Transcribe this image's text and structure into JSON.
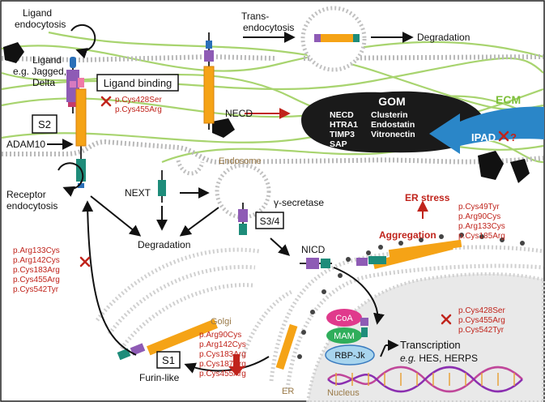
{
  "labels": {
    "ligand_endocytosis": [
      "Ligand",
      "endocytosis"
    ],
    "ligand": [
      "Ligand",
      "e.g. Jagged,",
      "Delta"
    ],
    "ligand_binding": "Ligand binding",
    "ligand_binding_mutations": [
      "p.Cys428Ser",
      "p.Cys455Arg"
    ],
    "s2": "S2",
    "adam10": "ADAM10",
    "trans_endocytosis": [
      "Trans-",
      "endocytosis"
    ],
    "degradation_top": "Degradation",
    "necd": "NECD",
    "gom_title": "GOM",
    "gom_items_left": [
      "NECD",
      "HTRA1",
      "TIMP3",
      "SAP"
    ],
    "gom_items_right": [
      "Clusterin",
      "Endostatin",
      "Vitronectin"
    ],
    "ecm": "ECM",
    "ipad": "IPAD",
    "ipad_question": "?",
    "receptor_endocytosis": [
      "Receptor",
      "endocytosis"
    ],
    "next": "NEXT",
    "endosome": "Endosome",
    "gamma_secretase": "γ-secretase",
    "s34": "S3/4",
    "degradation_mid": "Degradation",
    "nicd": "NICD",
    "er_stress": "ER stress",
    "aggregation": "Aggregation",
    "aggregation_mutations": [
      "p.Cys49Tyr",
      "p.Arg90Cys",
      "p.Arg133Cys",
      "p.Cys185Arg"
    ],
    "recycling_mutations": [
      "p.Arg133Cys",
      "p.Arg142Cys",
      "p.Cys183Arg",
      "p.Cys455Arg",
      "p.Cys542Tyr"
    ],
    "golgi": "Golgi",
    "golgi_mutations": [
      "p.Arg90Cys",
      "p.Arg142Cys",
      "p.Cys183Arg",
      "p.Cys187Arg",
      "p.Cys455Arg"
    ],
    "s1": "S1",
    "furin_like": "Furin-like",
    "er": "ER",
    "nucleus": "Nucleus",
    "coa": "CoA",
    "mam": "MAM",
    "rbpjk": "RBP-Jk",
    "transcription_mutations": [
      "p.Cys428Ser",
      "p.Cys455Arg",
      "p.Cys542Tyr"
    ],
    "transcription": "Transcription",
    "transcription_examples_prefix": "e.g.",
    "transcription_examples": " HES, HERPS"
  },
  "colors": {
    "mutation_red": "#c0241c",
    "ecm_green": "#7dbf3a",
    "ipad_blue": "#2a86c8",
    "notch_orange": "#f5a316",
    "ligand_purple": "#8e5bb5",
    "membrane_gray": "#b5b5b5",
    "nucleus_fill": "#e9e9e9",
    "coa_pink": "#e03a8c",
    "mam_green": "#2fae5b",
    "rbp_blue": "#a8d5ee",
    "tan_label": "#9a7a48"
  }
}
